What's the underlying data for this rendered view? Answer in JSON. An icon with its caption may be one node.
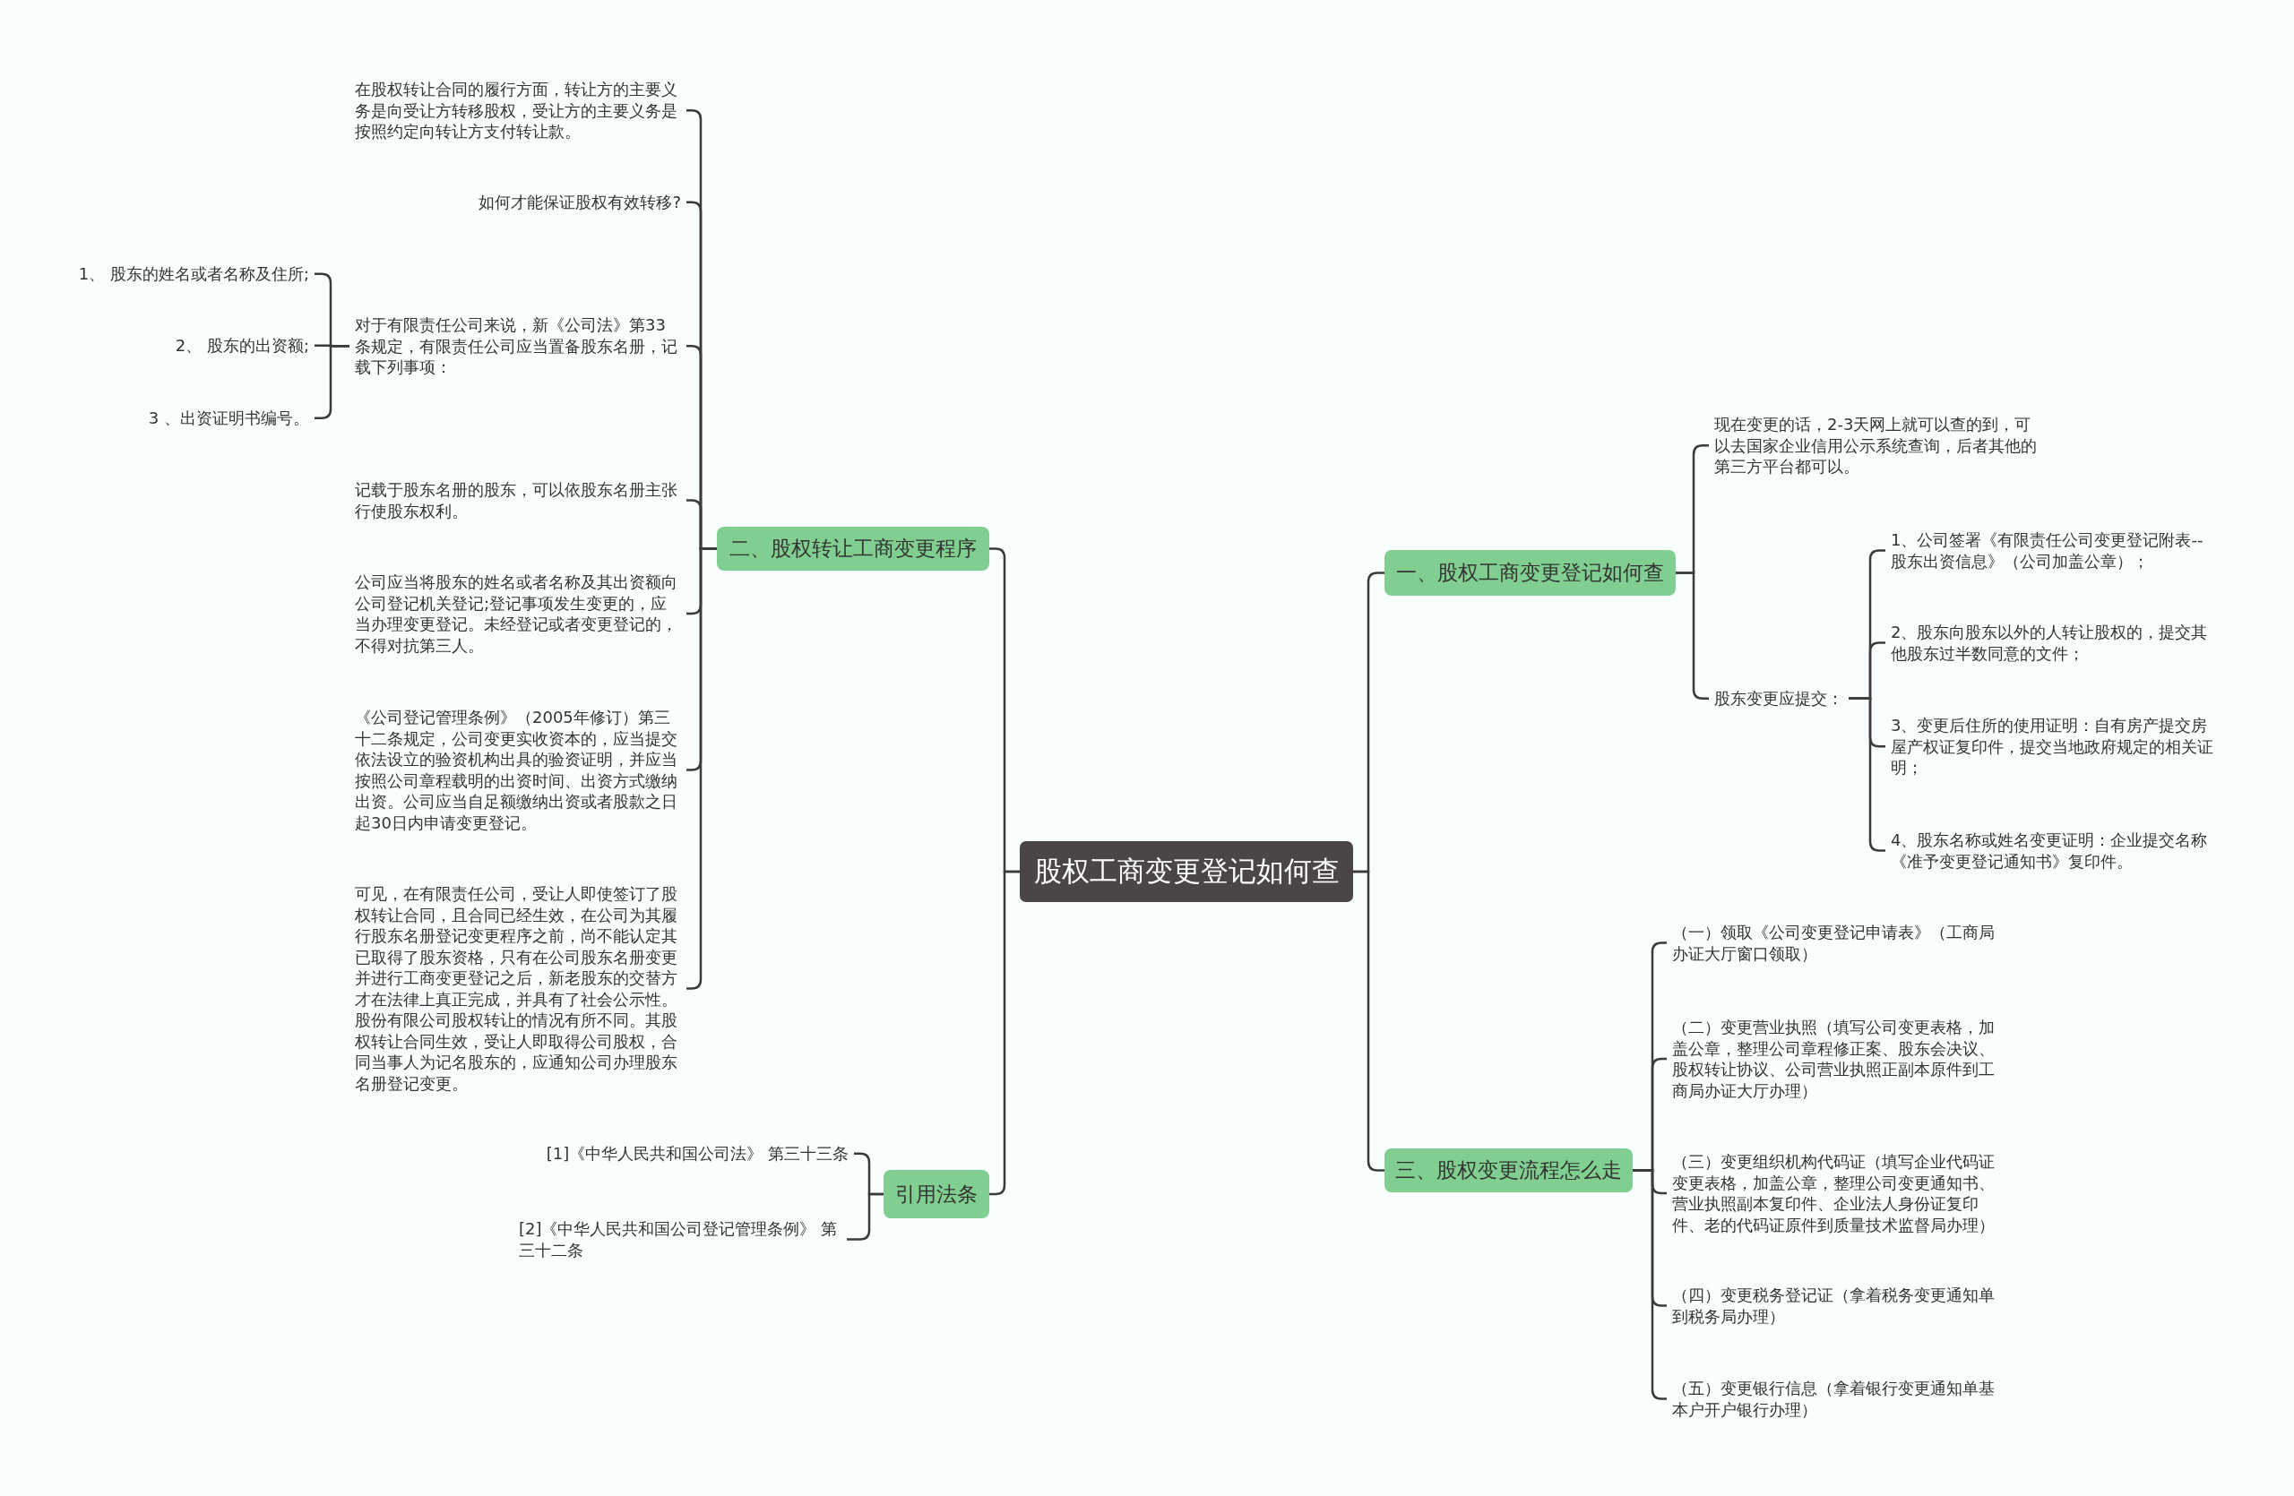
{
  "diagram": {
    "nodes": [
      {
        "text": [
          "股权工商变更登记如何查"
        ]
      },
      {
        "text": [
          "一、股权工商变更登记如何查"
        ]
      },
      {
        "text": [
          "现在变更的话，2-3天网上就可以查的到，可以去国家企业信用公示系统查询，后者其他的第三方平台都可以。"
        ]
      },
      {
        "text": [
          "股东变更应提交："
        ]
      },
      {
        "text": [
          "1、公司签署《有限责任公司变更登记附表--股东出资信息》（公司加盖公章）；"
        ]
      },
      {
        "text": [
          "2、股东向股东以外的人转让股权的，提交其他股东过半数同意的文件；"
        ]
      },
      {
        "text": [
          "3、变更后住所的使用证明：自有房产提交房屋产权证复印件，提交当地政府规定的相关证明；"
        ]
      },
      {
        "text": [
          "4、股东名称或姓名变更证明：企业提交名称《准予变更登记通知书》复印件。"
        ]
      },
      {
        "text": [
          "三、股权变更流程怎么走"
        ]
      },
      {
        "text": [
          "（一）领取《公司变更登记申请表》（工商局办证大厅窗口领取）"
        ]
      },
      {
        "text": [
          "（二）变更营业执照（填写公司变更表格，加盖公章，整理公司章程修正案、股东会决议、股权转让协议、公司营业执照正副本原件到工商局办证大厅办理）"
        ]
      },
      {
        "text": [
          "（三）变更组织机构代码证（填写企业代码证变更表格，加盖公章，整理公司变更通知书、营业执照副本复印件、企业法人身份证复印件、老的代码证原件到质量技术监督局办理）"
        ]
      },
      {
        "text": [
          "（四）变更税务登记证（拿着税务变更通知单到税务局办理）"
        ]
      },
      {
        "text": [
          "（五）变更银行信息（拿着银行变更通知单基本户开户银行办理）"
        ]
      },
      {
        "text": [
          "二、股权转让工商变更程序"
        ]
      },
      {
        "text": [
          "在股权转让合同的履行方面，转让方的主要义务是向受让方转移股权，受让方的主要义务是按照约定向转让方支付转让款。"
        ]
      },
      {
        "text": [
          "如何才能保证股权有效转移?"
        ]
      },
      {
        "text": [
          "对于有限责任公司来说，新《公司法》第33条规定，有限责任公司应当置备股东名册，记载下列事项："
        ]
      },
      {
        "text": [
          "1、 股东的姓名或者名称及住所;"
        ]
      },
      {
        "text": [
          "2、 股东的出资额;"
        ]
      },
      {
        "text": [
          "3 、出资证明书编号。"
        ]
      },
      {
        "text": [
          "记载于股东名册的股东，可以依股东名册主张行使股东权利。"
        ]
      },
      {
        "text": [
          "公司应当将股东的姓名或者名称及其出资额向公司登记机关登记;登记事项发生变更的，应当办理变更登记。未经登记或者变更登记的，不得对抗第三人。"
        ]
      },
      {
        "text": [
          "《公司登记管理条例》（2005年修订）第三十二条规定，公司变更实收资本的，应当提交依法设立的验资机构出具的验资证明，并应当按照公司章程载明的出资时间、出资方式缴纳出资。公司应当自足额缴纳出资或者股款之日起30日内申请变更登记。"
        ]
      },
      {
        "text": [
          "可见，在有限责任公司，受让人即使签订了股权转让合同，且合同已经生效，在公司为其履行股东名册登记变更程序之前，尚不能认定其已取得了股东资格，只有在公司股东名册变更并进行工商变更登记之后，新老股东的交替方才在法律上真正完成，并具有了社会公示性。股份有限公司股权转让的情况有所不同。其股权转让合同生效，受让人即取得公司股权，合同当事人为记名股东的，应通知公司办理股东名册登记变更。"
        ]
      },
      {
        "text": [
          "引用法条"
        ]
      },
      {
        "text": [
          "[1]《中华人民共和国公司法》 第三十三条"
        ]
      },
      {
        "text": [
          "[2]《中华人民共和国公司登记管理条例》 第三十二条"
        ]
      }
    ],
    "edges": [
      {
        "from": 0,
        "to": 1,
        "arrow": "none"
      },
      {
        "from": 0,
        "to": 8,
        "arrow": "none"
      },
      {
        "from": 0,
        "to": 14,
        "arrow": "none"
      },
      {
        "from": 0,
        "to": 25,
        "arrow": "none"
      },
      {
        "from": 1,
        "to": 2,
        "arrow": "none"
      },
      {
        "from": 1,
        "to": 3,
        "arrow": "none"
      },
      {
        "from": 3,
        "to": 4,
        "arrow": "none"
      },
      {
        "from": 3,
        "to": 5,
        "arrow": "none"
      },
      {
        "from": 3,
        "to": 6,
        "arrow": "none"
      },
      {
        "from": 3,
        "to": 7,
        "arrow": "none"
      },
      {
        "from": 8,
        "to": 9,
        "arrow": "none"
      },
      {
        "from": 8,
        "to": 10,
        "arrow": "none"
      },
      {
        "from": 8,
        "to": 11,
        "arrow": "none"
      },
      {
        "from": 8,
        "to": 12,
        "arrow": "none"
      },
      {
        "from": 8,
        "to": 13,
        "arrow": "none"
      },
      {
        "from": 14,
        "to": 15,
        "arrow": "none"
      },
      {
        "from": 14,
        "to": 16,
        "arrow": "none"
      },
      {
        "from": 14,
        "to": 17,
        "arrow": "none"
      },
      {
        "from": 14,
        "to": 21,
        "arrow": "none"
      },
      {
        "from": 14,
        "to": 22,
        "arrow": "none"
      },
      {
        "from": 14,
        "to": 23,
        "arrow": "none"
      },
      {
        "from": 14,
        "to": 24,
        "arrow": "none"
      },
      {
        "from": 17,
        "to": 18,
        "arrow": "none"
      },
      {
        "from": 17,
        "to": 19,
        "arrow": "none"
      },
      {
        "from": 17,
        "to": 20,
        "arrow": "none"
      },
      {
        "from": 25,
        "to": 26,
        "arrow": "none"
      },
      {
        "from": 25,
        "to": 27,
        "arrow": "none"
      }
    ]
  }
}
